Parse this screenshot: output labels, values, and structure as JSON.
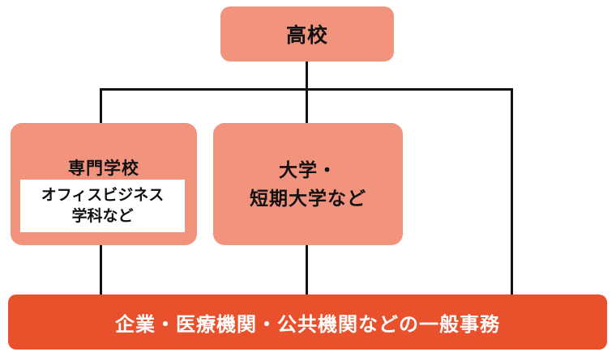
{
  "diagram": {
    "type": "flowchart",
    "nodes": {
      "highschool": {
        "label": "高校"
      },
      "vocational": {
        "label": "専門学校",
        "inner_label": "オフィスビジネス\n学科など"
      },
      "university": {
        "label": "大学・\n短期大学など"
      },
      "employment": {
        "label": "企業・医療機関・公共機関などの一般事務"
      }
    },
    "colors": {
      "node_fill": "#F2937E",
      "employment_fill": "#E8512B",
      "inner_box_fill": "#FFFFFF",
      "connector": "#111111",
      "text": "#111111",
      "employment_text": "#FFFFFF"
    }
  }
}
